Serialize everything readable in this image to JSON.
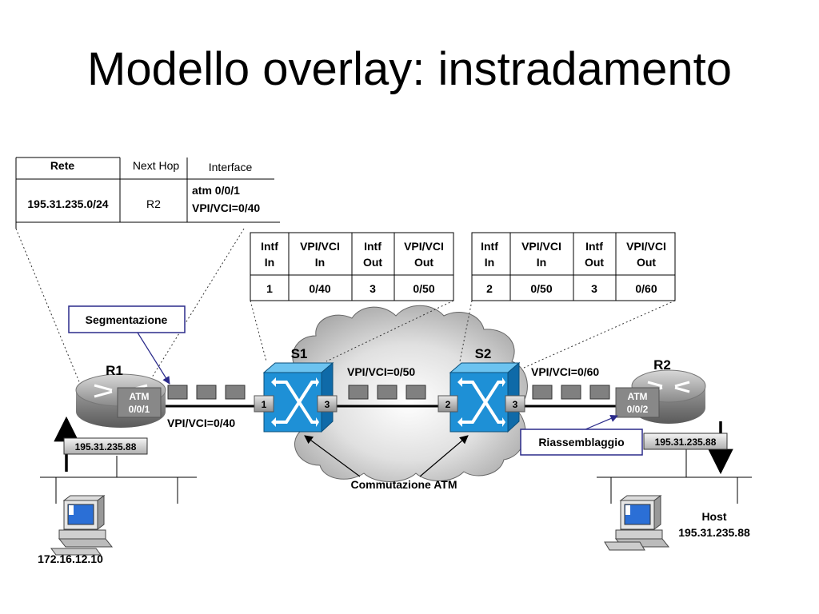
{
  "title": "Modello overlay: instradamento",
  "routing_table": {
    "headers": [
      "Rete",
      "Next Hop",
      "Interface"
    ],
    "network": "195.31.235.0/24",
    "next_hop": "R2",
    "interface_line1": "atm 0/0/1",
    "interface_line2": "VPI/VCI=0/40"
  },
  "s1_table": {
    "headers": [
      [
        "Intf",
        "In"
      ],
      [
        "VPI/VCI",
        "In"
      ],
      [
        "Intf",
        "Out"
      ],
      [
        "VPI/VCI",
        "Out"
      ]
    ],
    "row": [
      "1",
      "0/40",
      "3",
      "0/50"
    ]
  },
  "s2_table": {
    "headers": [
      [
        "Intf",
        "In"
      ],
      [
        "VPI/VCI",
        "In"
      ],
      [
        "Intf",
        "Out"
      ],
      [
        "VPI/VCI",
        "Out"
      ]
    ],
    "row": [
      "2",
      "0/50",
      "3",
      "0/60"
    ]
  },
  "labels": {
    "segmentazione": "Segmentazione",
    "riassemblaggio": "Riassemblaggio",
    "commutazione": "Commutazione ATM",
    "r1": "R1",
    "r2": "R2",
    "s1": "S1",
    "s2": "S2",
    "atm_r1_line1": "ATM",
    "atm_r1_line2": "0/0/1",
    "atm_r2_line1": "ATM",
    "atm_r2_line2": "0/0/2",
    "vpi_r1_s1": "VPI/VCI=0/40",
    "vpi_s1_s2": "VPI/VCI=0/50",
    "vpi_s2_r2": "VPI/VCI=0/60",
    "s1_port_in": "1",
    "s1_port_out": "3",
    "s2_port_in": "2",
    "s2_port_out": "3",
    "r1_ip_box": "195.31.235.88",
    "r2_ip_box": "195.31.235.88",
    "left_host_ip": "172.16.12.10",
    "right_host_title": "Host",
    "right_host_ip": "195.31.235.88"
  },
  "colors": {
    "switch_blue": "#1e90d6",
    "router_gray": "#8c8c8c",
    "cloud_gray": "#c8c8c8",
    "callout_border": "#2a2a8a",
    "cell_gray": "#808080"
  },
  "icons": [
    "router-icon",
    "atm-switch-icon",
    "computer-icon",
    "cloud-icon"
  ]
}
